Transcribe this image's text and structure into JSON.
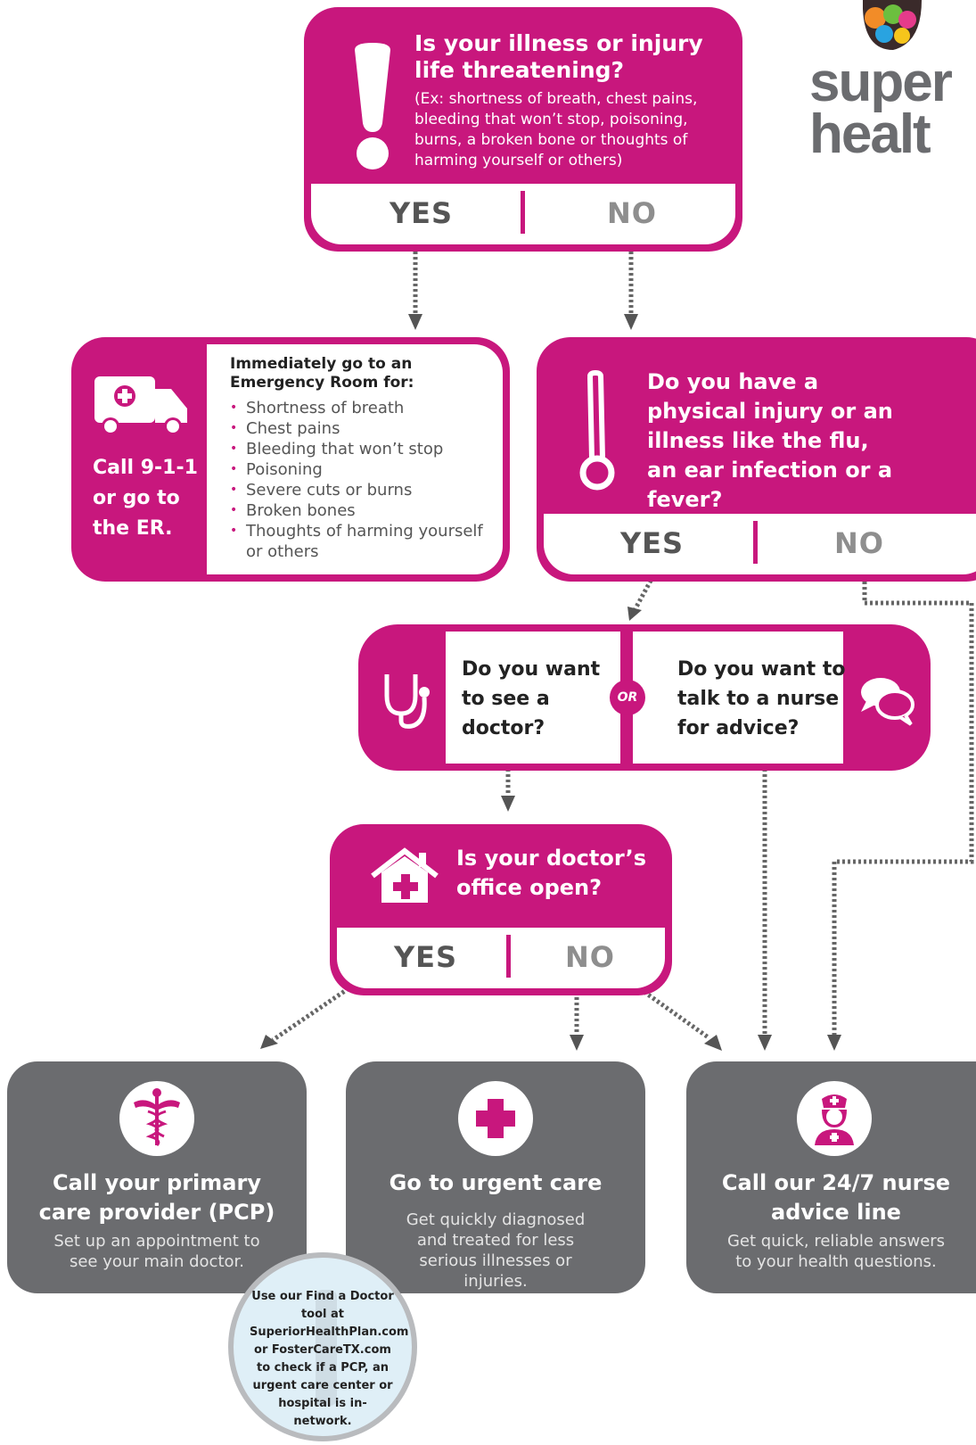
{
  "logo": {
    "line1": "super",
    "line2": "healt"
  },
  "q1": {
    "title": "Is your illness or injury life threatening?",
    "detail": "(Ex: shortness of breath, chest pains, bleeding that won’t stop, poisoning, burns, a broken bone or thoughts of harming yourself or others)",
    "yes": "YES",
    "no": "NO"
  },
  "er": {
    "call": "Call 9-1-1 or go to the ER.",
    "heading": "Immediately go to an Emergency Room for:",
    "items": [
      "Shortness of breath",
      "Chest pains",
      "Bleeding that won’t stop",
      "Poisoning",
      "Severe cuts or burns",
      "Broken bones",
      "Thoughts of harming yourself or others"
    ]
  },
  "q2": {
    "title": "Do you have a physical injury or an illness like the flu, an ear infection or a fever?",
    "yes": "YES",
    "no": "NO"
  },
  "q3": {
    "doctor": "Do you want to see a doctor?",
    "or": "OR",
    "nurse": "Do you want to talk to a nurse for advice?"
  },
  "q4": {
    "title": "Is your doctor’s office open?",
    "yes": "YES",
    "no": "NO"
  },
  "cards": [
    {
      "title": "Call your primary care provider (PCP)",
      "sub": "Set up an appointment to see your main doctor."
    },
    {
      "title": "Go to urgent care",
      "sub": "Get quickly diagnosed and treated for less serious illnesses or injuries."
    },
    {
      "title": "Call our 24/7 nurse advice line",
      "sub": "Get quick, reliable answers to your health questions."
    }
  ],
  "tip": "Use our Find a Doctor tool at SuperiorHealthPlan.com or FosterCareTX.com to check if a PCP, an urgent care center or hospital is in-network.",
  "colors": {
    "magenta": "#c8177d",
    "gray": "#6b6c6f"
  },
  "icons": [
    "exclamation-icon",
    "ambulance-icon",
    "thermometer-icon",
    "stethoscope-icon",
    "chat-bubbles-icon",
    "house-cross-icon",
    "caduceus-icon",
    "medical-cross-icon",
    "nurse-icon"
  ]
}
